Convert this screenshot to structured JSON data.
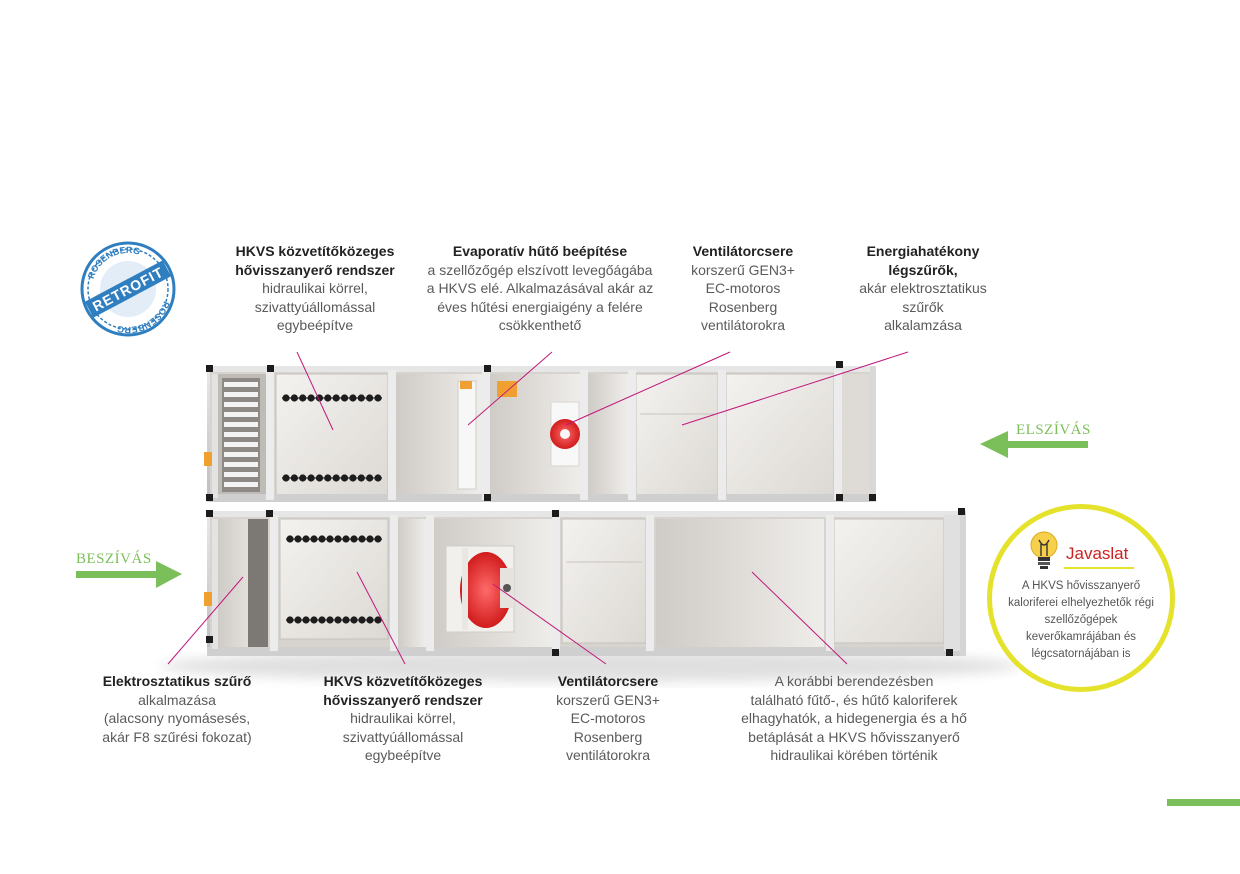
{
  "labels": {
    "hkvs_top": {
      "title": [
        "HKVS közvetítőközeges",
        "hővisszanyerő rendszer"
      ],
      "lines": [
        "hidraulikai körrel,",
        "szivattyúállomással",
        "egybeépítve"
      ]
    },
    "evap": {
      "title": [
        "Evaporatív hűtő beépítése"
      ],
      "lines": [
        "a szellőzőgép elszívott levegőágába",
        "a HKVS elé. Alkalmazásával akár az",
        "éves hűtési energiaigény a felére",
        "csökkenthető"
      ]
    },
    "fan_top": {
      "title": [
        "Ventilátorcsere"
      ],
      "lines": [
        "korszerű GEN3+",
        "EC-motoros",
        "Rosenberg",
        "ventilátorokra"
      ]
    },
    "filter_top": {
      "title": [
        "Energiahatékony",
        "légszűrők,"
      ],
      "lines": [
        "akár elektrosztatikus",
        "szűrők",
        "alkalamzása"
      ]
    },
    "electro": {
      "title": [
        "Elektrosztatikus szűrő"
      ],
      "lines": [
        "alkalmazása",
        "(alacsony nyomásesés,",
        "akár F8 szűrési fokozat)"
      ]
    },
    "hkvs_bottom": {
      "title": [
        "HKVS közvetítőközeges",
        "hővisszanyerő rendszer"
      ],
      "lines": [
        "hidraulikai körrel,",
        "szivattyúállomással",
        "egybeépítve"
      ]
    },
    "fan_bottom": {
      "title": [
        "Ventilátorcsere"
      ],
      "lines": [
        "korszerű GEN3+",
        "EC-motoros",
        "Rosenberg",
        "ventilátorokra"
      ]
    },
    "legacy": {
      "title": [],
      "lines": [
        "A korábbi berendezésben",
        "található fűtő-, és hűtő kaloriferek",
        "elhagyhatók, a hidegenergia és a hő",
        "betáplását a HKVS hővisszanyerő",
        "hidraulikai körében történik"
      ]
    }
  },
  "flows": {
    "exhaust": "ELSZÍVÁS",
    "intake": "BESZÍVÁS"
  },
  "stamp": {
    "top": "ROSENBERG",
    "middle": "RETROFIT",
    "bottom": "ROSENBERG"
  },
  "tip": {
    "title": "Javaslat",
    "text": "A HKVS hővisszanyerő kaloriferei elhelyezhetők régi szellőzőgépek keverőkamrájában és légcsatornájában is"
  },
  "colors": {
    "accent_green": "#7bbf5a",
    "leader_magenta": "#c0187a",
    "tip_yellow": "#e5e22b",
    "tip_red": "#cc2222",
    "stamp_blue": "#2f7ec0"
  },
  "icons": {
    "bulb": "light-bulb-icon",
    "arrow_left": "arrow-left-icon",
    "arrow_right": "arrow-right-icon"
  }
}
